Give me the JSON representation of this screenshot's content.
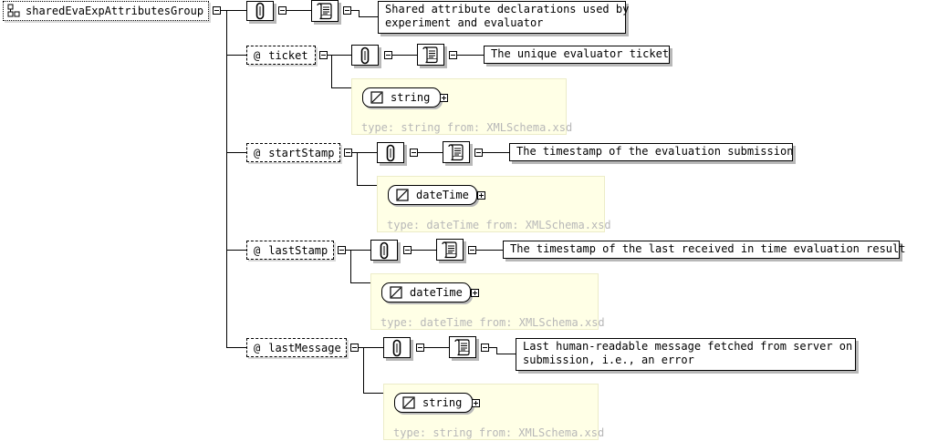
{
  "group": {
    "name": "sharedEvaExpAttributesGroup",
    "icon": "attribute-group-icon"
  },
  "group_doc": "Shared attribute declarations used by\nexperiment and evaluator",
  "info_icon": "info-icon",
  "doc_icon": "documentation-icon",
  "type_icon": "simple-type-icon",
  "attributes": [
    {
      "marker": "@",
      "name": "ticket",
      "description": "The unique evaluator ticket",
      "type_name": "string",
      "type_info": "type: string from: XMLSchema.xsd"
    },
    {
      "marker": "@",
      "name": "startStamp",
      "description": "The timestamp of the evaluation submission",
      "type_name": "dateTime",
      "type_info": "type: dateTime from: XMLSchema.xsd"
    },
    {
      "marker": "@",
      "name": "lastStamp",
      "description": "The timestamp of the last received in time evaluation result",
      "type_name": "dateTime",
      "type_info": "type: dateTime from: XMLSchema.xsd"
    },
    {
      "marker": "@",
      "name": "lastMessage",
      "description": "Last human-readable message fetched from server on\nsubmission, i.e., an error",
      "type_name": "string",
      "type_info": "type: string from: XMLSchema.xsd"
    }
  ]
}
